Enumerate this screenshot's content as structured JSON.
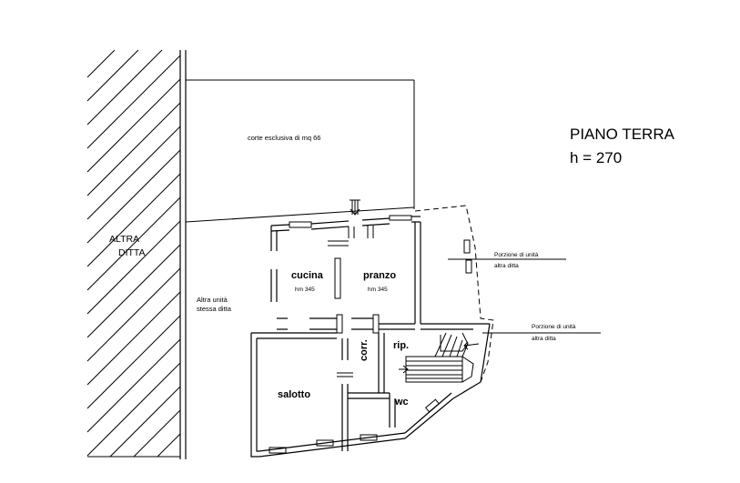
{
  "plan": {
    "title": "PIANO TERRA",
    "height_label": "h = 270",
    "neighbor_label_line1": "ALTRA",
    "neighbor_label_line2": "DITTA",
    "courtyard_label": "corte esclusiva di mq 66",
    "same_firm_line1": "Altra unità",
    "same_firm_line2": "stessa ditta",
    "portion_1_line1": "Porzione di unità",
    "portion_1_line2": "altra ditta",
    "portion_2_line1": "Porzione di unità",
    "portion_2_line2": "altra ditta",
    "rooms": {
      "cucina": {
        "name": "cucina",
        "height": "hm 345"
      },
      "pranzo": {
        "name": "pranzo",
        "height": "hm 345"
      },
      "salotto": {
        "name": "salotto"
      },
      "corr": {
        "name": "corr."
      },
      "rip": {
        "name": "rip."
      },
      "wc": {
        "name": "wc"
      }
    }
  }
}
